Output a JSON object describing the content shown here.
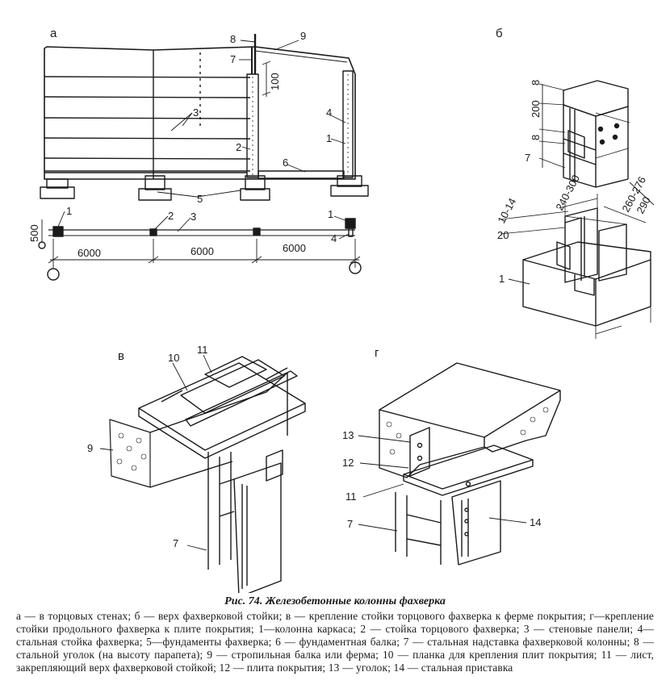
{
  "panels": {
    "a": "а",
    "b": "б",
    "v": "в",
    "g": "г"
  },
  "callouts": {
    "n1": "1",
    "n2": "2",
    "n3": "3",
    "n4": "4",
    "n5": "5",
    "n6": "6",
    "n7": "7",
    "n8": "8",
    "n9": "9",
    "n10": "10",
    "n11": "11",
    "n12": "12",
    "n13": "13",
    "n14": "14"
  },
  "dimensions": {
    "d100": "100",
    "d500": "500",
    "span1": "6000",
    "span2": "6000",
    "span3": "6000",
    "b_8_top": "8",
    "b_200": "200",
    "b_8_low": "8",
    "b_240_300": "240-300",
    "b_260_276": "260-276",
    "b_290": "290",
    "b_10_14": "10-14",
    "b_20": "20"
  },
  "caption": {
    "title": "Рис. 74. Железобетонные колонны фахверка",
    "body": "а — в торцовых стенах; б — верх фахверковой стойки; в — крепление стойки торцового фахверка к ферме покрытия; г—крепление стойки продольного фахверка к плите покрытия; 1—колонна каркаса; 2 — стойка торцового фахверка; 3 — стеновые панели; 4—стальная стойка фахверка; 5—фундаменты фахверка; 6 — фундаментная балка; 7 — стальная надставка фахверковой колонны; 8 — стальной уголок (на высоту парапета); 9 — стропильная балка или ферма; 10 — планка для крепления плит покрытия; 11 — лист, закрепляющий верх фахверковой стойкой; 12 — плита покрытия; 13 — уголок; 14 — стальная приставка"
  }
}
